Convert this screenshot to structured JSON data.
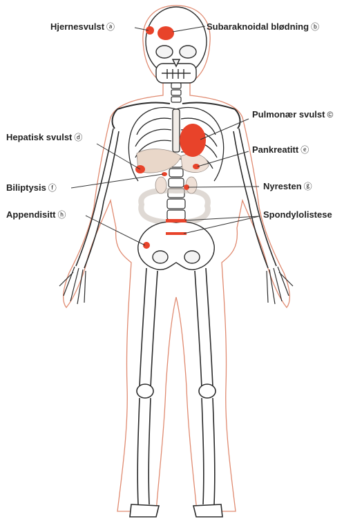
{
  "labels": {
    "a": {
      "text": "Hjernesvulst",
      "mark": "ⓐ"
    },
    "b": {
      "text": "Subaraknoidal blødning",
      "mark": "ⓑ"
    },
    "c": {
      "text": "Pulmonær svulst",
      "mark": "©"
    },
    "d": {
      "text": "Hepatisk svulst",
      "mark": "ⓓ"
    },
    "e": {
      "text": "Pankreatitt",
      "mark": "ⓔ"
    },
    "f": {
      "text": "Biliptysis",
      "mark": "ⓕ"
    },
    "g": {
      "text": "Nyresten",
      "mark": "ⓖ"
    },
    "h": {
      "text": "Appendisitt",
      "mark": "ⓗ"
    },
    "i": {
      "text": "Spondylolistese",
      "mark": ""
    }
  },
  "colors": {
    "bone_stroke": "#2a2a2a",
    "body_outline": "#e08a70",
    "lesion": "#e8432a",
    "organ_fill": "#e9d7c9",
    "leader": "#333333"
  }
}
